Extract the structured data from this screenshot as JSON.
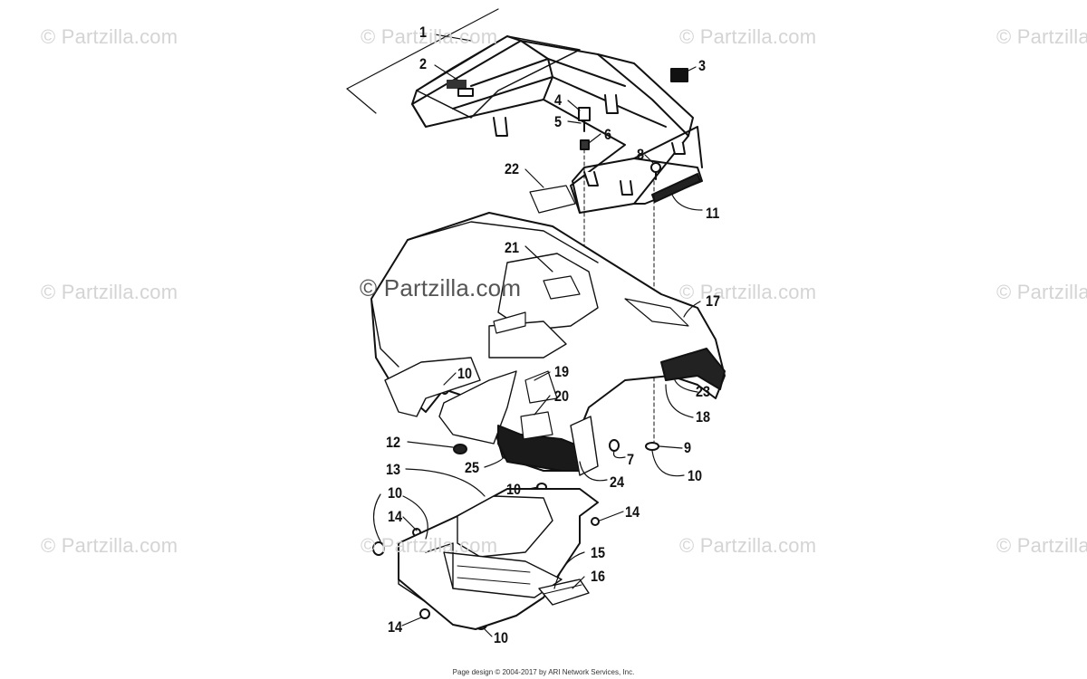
{
  "watermarks": {
    "text": "© Partzilla.com",
    "main_text": "© Partzilla.com"
  },
  "callouts": [
    "1",
    "2",
    "3",
    "4",
    "5",
    "6",
    "8",
    "11",
    "22",
    "21",
    "17",
    "10",
    "19",
    "20",
    "23",
    "18",
    "12",
    "9",
    "7",
    "25",
    "24",
    "10",
    "13",
    "10",
    "10",
    "14",
    "14",
    "15",
    "16",
    "14",
    "10"
  ],
  "footer": "Page design © 2004-2017 by ARI Network Services, Inc."
}
